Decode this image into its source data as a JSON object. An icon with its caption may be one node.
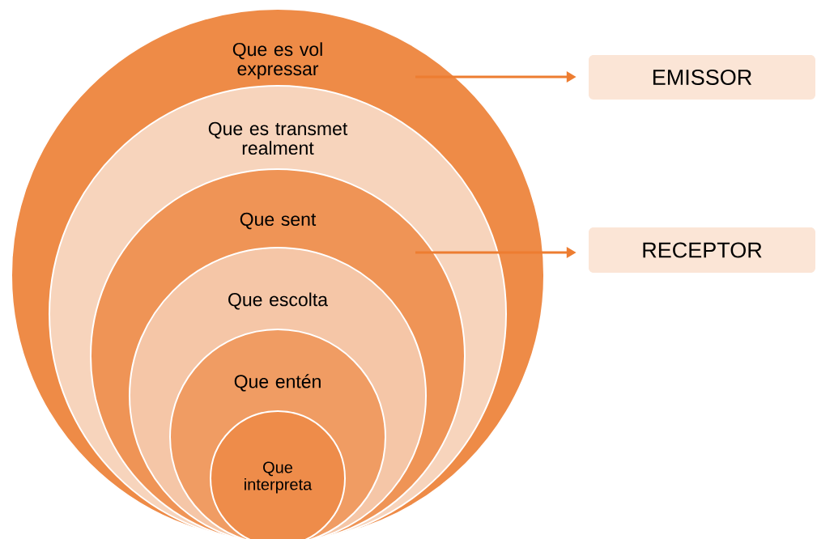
{
  "diagram": {
    "nodes": [
      {
        "text": [
          "Que es vol expressar"
        ]
      },
      {
        "text": [
          "Que es transmet realment"
        ],
        "in": 0
      },
      {
        "text": [
          "Que sent"
        ],
        "in": 1
      },
      {
        "text": [
          "Que escolta"
        ],
        "in": 2
      },
      {
        "text": [
          "Que entén"
        ],
        "in": 3
      },
      {
        "text": [
          "Que interpreta"
        ],
        "in": 4
      },
      {
        "text": [
          "EMISSOR"
        ]
      },
      {
        "text": [
          "RECEPTOR"
        ]
      }
    ],
    "edges": [
      {
        "from": 0,
        "to": 6,
        "arrow": "to"
      },
      {
        "from": 2,
        "to": 7,
        "arrow": "to"
      }
    ]
  }
}
